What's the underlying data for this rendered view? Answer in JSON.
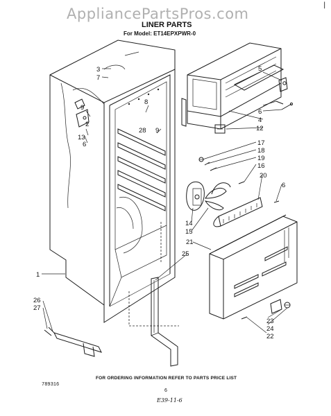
{
  "header": {
    "watermark": "AppliancePartsPros.com",
    "title": "LINER PARTS",
    "model_line": "For Model: ET14EPXPWR-0"
  },
  "footer": {
    "ordering_note": "FOR ORDERING INFORMATION REFER TO PARTS PRICE LIST",
    "doc_number": "789316",
    "page_number": "6",
    "handwritten_mark": "E39-11-6"
  },
  "callouts": {
    "c1": "1",
    "c2": "2",
    "c3": "3",
    "c4": "4",
    "c5": "5",
    "c6a": "6",
    "c6b": "6",
    "c6c": "6",
    "c7": "7",
    "c8": "8",
    "c9": "9",
    "c12": "12",
    "c13": "13",
    "c14": "14",
    "c15": "15",
    "c16": "16",
    "c17": "17",
    "c18": "18",
    "c19": "19",
    "c20": "20",
    "c21": "21",
    "c22": "22",
    "c23": "23",
    "c24": "24",
    "c25": "25",
    "c26": "26",
    "c27": "27",
    "c28": "28"
  }
}
